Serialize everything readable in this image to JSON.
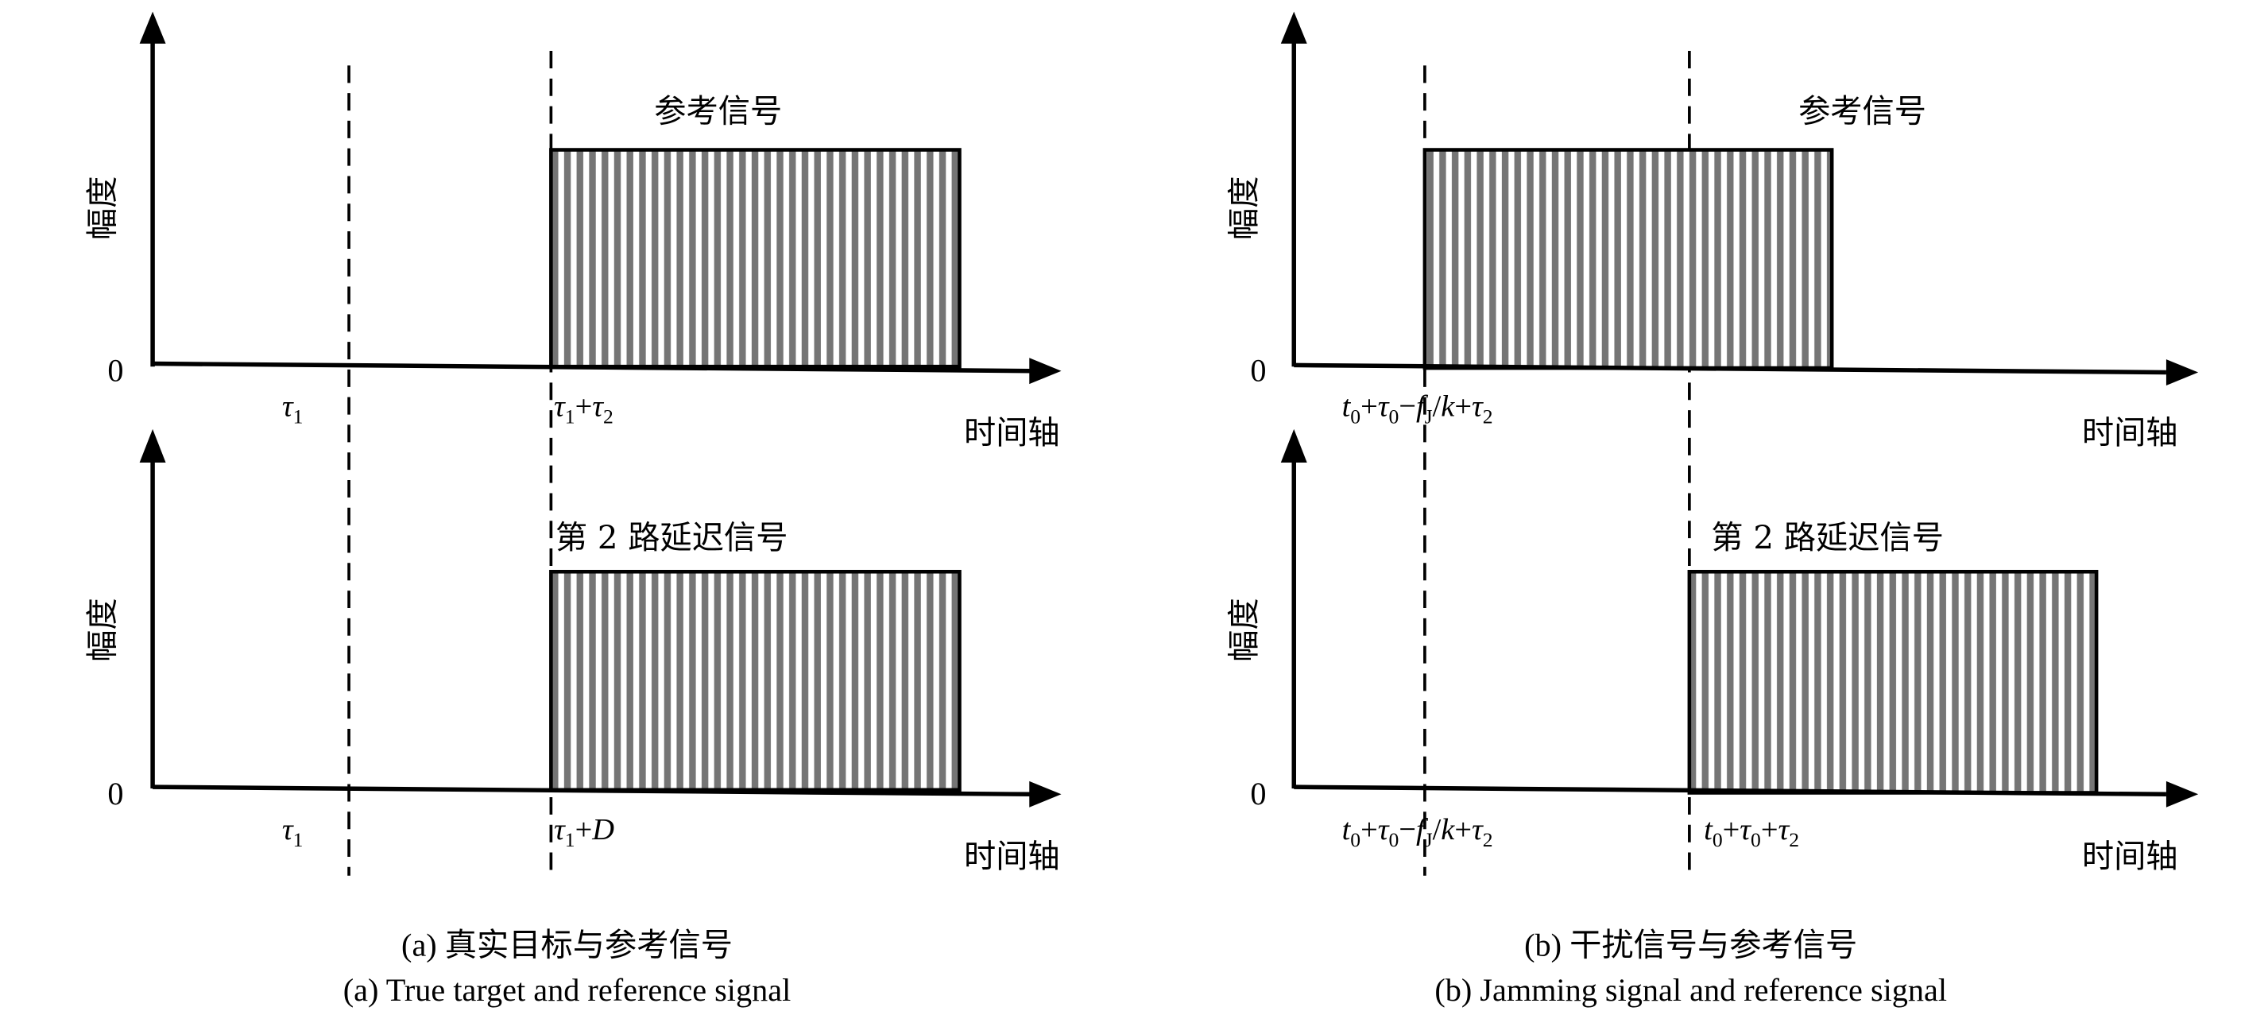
{
  "colors": {
    "stripe": "#757575",
    "line": "#000000"
  },
  "panel_a": {
    "top": {
      "ylabel": "幅度",
      "zero": "0",
      "xlabel": "时间轴",
      "signal_label": "参考信号",
      "marks": [
        [
          [
            "τ",
            "i"
          ],
          [
            "1",
            "sub"
          ]
        ],
        [
          [
            "τ",
            "i"
          ],
          [
            "1",
            "sub"
          ],
          [
            "+",
            ""
          ],
          [
            "τ",
            "i"
          ],
          [
            "2",
            "sub"
          ]
        ]
      ]
    },
    "bottom": {
      "ylabel": "幅度",
      "zero": "0",
      "xlabel": "时间轴",
      "signal_label": "第 2 路延迟信号",
      "marks": [
        [
          [
            "τ",
            "i"
          ],
          [
            "1",
            "sub"
          ]
        ],
        [
          [
            "τ",
            "i"
          ],
          [
            "1",
            "sub"
          ],
          [
            "+",
            ""
          ],
          [
            "D",
            "i"
          ]
        ]
      ]
    },
    "caption_cn": "(a) 真实目标与参考信号",
    "caption_en": "(a) True target and reference signal"
  },
  "panel_b": {
    "top": {
      "ylabel": "幅度",
      "zero": "0",
      "xlabel": "时间轴",
      "signal_label": "参考信号",
      "marks": [
        [
          [
            "t",
            "i"
          ],
          [
            "0",
            "sub"
          ],
          [
            "+",
            ""
          ],
          [
            "τ",
            "i"
          ],
          [
            "0",
            "sub"
          ],
          [
            "−",
            ""
          ],
          [
            "f",
            "i"
          ],
          [
            "J",
            "sub"
          ],
          [
            "/",
            ""
          ],
          [
            "k",
            "i"
          ],
          [
            "+",
            ""
          ],
          [
            "τ",
            "i"
          ],
          [
            "2",
            "sub"
          ]
        ]
      ]
    },
    "bottom": {
      "ylabel": "幅度",
      "zero": "0",
      "xlabel": "时间轴",
      "signal_label": "第 2 路延迟信号",
      "marks": [
        [
          [
            "t",
            "i"
          ],
          [
            "0",
            "sub"
          ],
          [
            "+",
            ""
          ],
          [
            "τ",
            "i"
          ],
          [
            "0",
            "sub"
          ],
          [
            "−",
            ""
          ],
          [
            "f",
            "i"
          ],
          [
            "J",
            "sub"
          ],
          [
            "/",
            ""
          ],
          [
            "k",
            "i"
          ],
          [
            "+",
            ""
          ],
          [
            "τ",
            "i"
          ],
          [
            "2",
            "sub"
          ]
        ],
        [
          [
            "t",
            "i"
          ],
          [
            "0",
            "sub"
          ],
          [
            "+",
            ""
          ],
          [
            "τ",
            "i"
          ],
          [
            "0",
            "sub"
          ],
          [
            "+",
            ""
          ],
          [
            "τ",
            "i"
          ],
          [
            "2",
            "sub"
          ]
        ]
      ]
    },
    "caption_cn": "(b) 干扰信号与参考信号",
    "caption_en": "(b) Jamming signal and reference signal"
  }
}
